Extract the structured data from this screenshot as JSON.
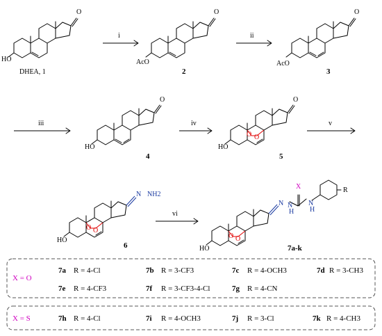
{
  "steps": [
    "i",
    "ii",
    "iii",
    "iv",
    "v",
    "vi"
  ],
  "compounds": {
    "c1": {
      "label": "DHEA, 1"
    },
    "c2": {
      "label": "2"
    },
    "c3": {
      "label": "3"
    },
    "c4": {
      "label": "4"
    },
    "c5": {
      "label": "5"
    },
    "c6": {
      "label": "6"
    },
    "c7": {
      "label": "7a-k"
    }
  },
  "atoms": {
    "O": "O",
    "HO": "HO",
    "AcO": "AcO",
    "N": "N",
    "NH2": "NH2",
    "H": "H",
    "X": "X",
    "R": "R",
    "NH": "N",
    "NNH": "N",
    "hydrazone_NH": "N-NH"
  },
  "table": {
    "group_O": {
      "x_label": "X = O",
      "rows": [
        [
          {
            "id": "7a",
            "r": "R = 4-Cl"
          },
          {
            "id": "7b",
            "r": "R = 3-CF3"
          },
          {
            "id": "7c",
            "r": "R = 4-OCH3"
          },
          {
            "id": "7d",
            "r": "R = 3-CH3"
          }
        ],
        [
          {
            "id": "7e",
            "r": "R = 4-CF3"
          },
          {
            "id": "7f",
            "r": "R = 3-CF3-4-Cl"
          },
          {
            "id": "7g",
            "r": "R = 4-CN"
          }
        ]
      ]
    },
    "group_S": {
      "x_label": "X = S",
      "rows": [
        [
          {
            "id": "7h",
            "r": "R = 4-Cl"
          },
          {
            "id": "7i",
            "r": "R = 4-OCH3"
          },
          {
            "id": "7j",
            "r": "R = 3-Cl"
          },
          {
            "id": "7k",
            "r": "R = 4-CH3"
          }
        ]
      ]
    }
  },
  "colors": {
    "peroxide": "#e00000",
    "nitrogen": "#1a3aa0",
    "x_group": "#d000c0"
  }
}
